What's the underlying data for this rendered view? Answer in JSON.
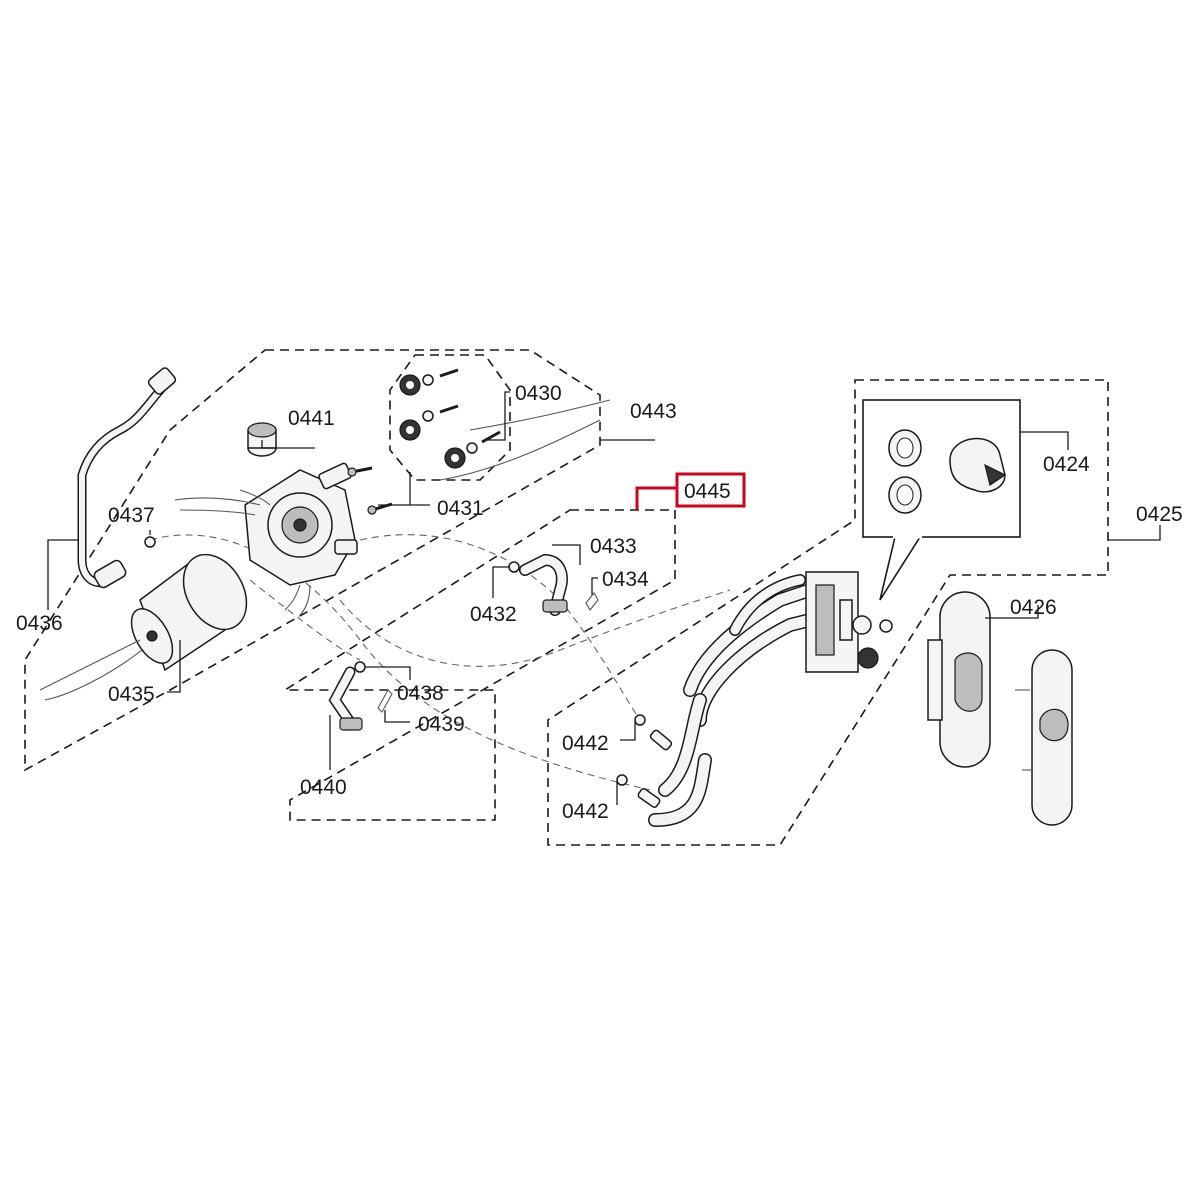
{
  "labels": {
    "p0424": "0424",
    "p0425": "0425",
    "p0426": "0426",
    "p0430": "0430",
    "p0431": "0431",
    "p0432": "0432",
    "p0433": "0433",
    "p0434": "0434",
    "p0435": "0435",
    "p0436": "0436",
    "p0437": "0437",
    "p0438": "0438",
    "p0439": "0439",
    "p0440": "0440",
    "p0441": "0441",
    "p0442a": "0442",
    "p0442b": "0442",
    "p0443": "0443",
    "p0445": "0445"
  },
  "highlight": {
    "label": "0445",
    "color": "#d0021b"
  }
}
